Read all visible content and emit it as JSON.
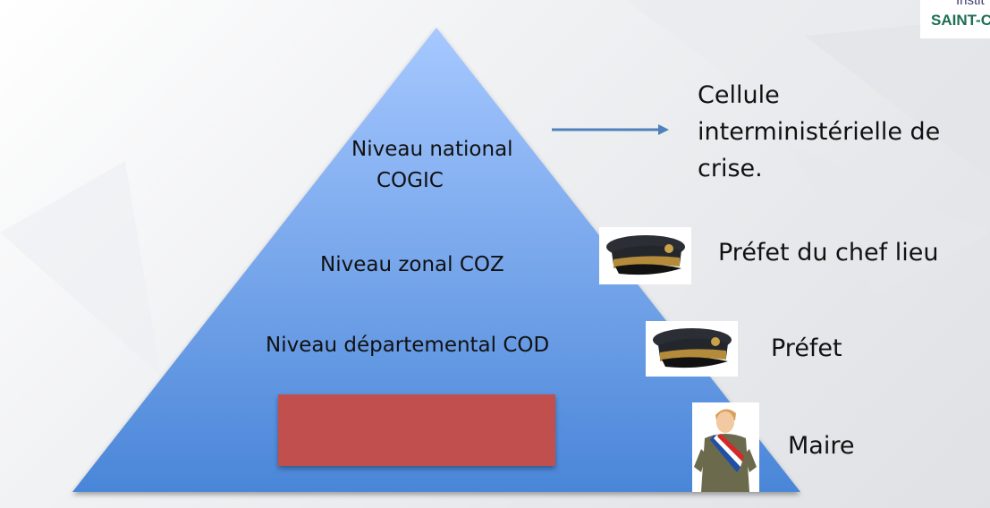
{
  "logo": {
    "line1": "Instit",
    "line2": "SAINT-C"
  },
  "pyramid": {
    "levels": [
      {
        "line1": "Niveau national",
        "line2": "COGIC"
      },
      {
        "label": "Niveau zonal COZ"
      },
      {
        "label": "Niveau départemental COD"
      }
    ]
  },
  "side": {
    "national": "Cellule interministérielle de crise.",
    "zonal": "Préfet du chef lieu",
    "departemental": "Préfet",
    "communal": "Maire"
  },
  "icons": {
    "zonal": "prefect-cap-icon",
    "departemental": "prefect-cap-icon",
    "communal": "mayor-figure-icon"
  },
  "colors": {
    "pyramid_top": "#a6c8ff",
    "pyramid_bottom": "#4a86d8",
    "communal_box": "#c0504d",
    "arrow": "#4f81bd"
  }
}
